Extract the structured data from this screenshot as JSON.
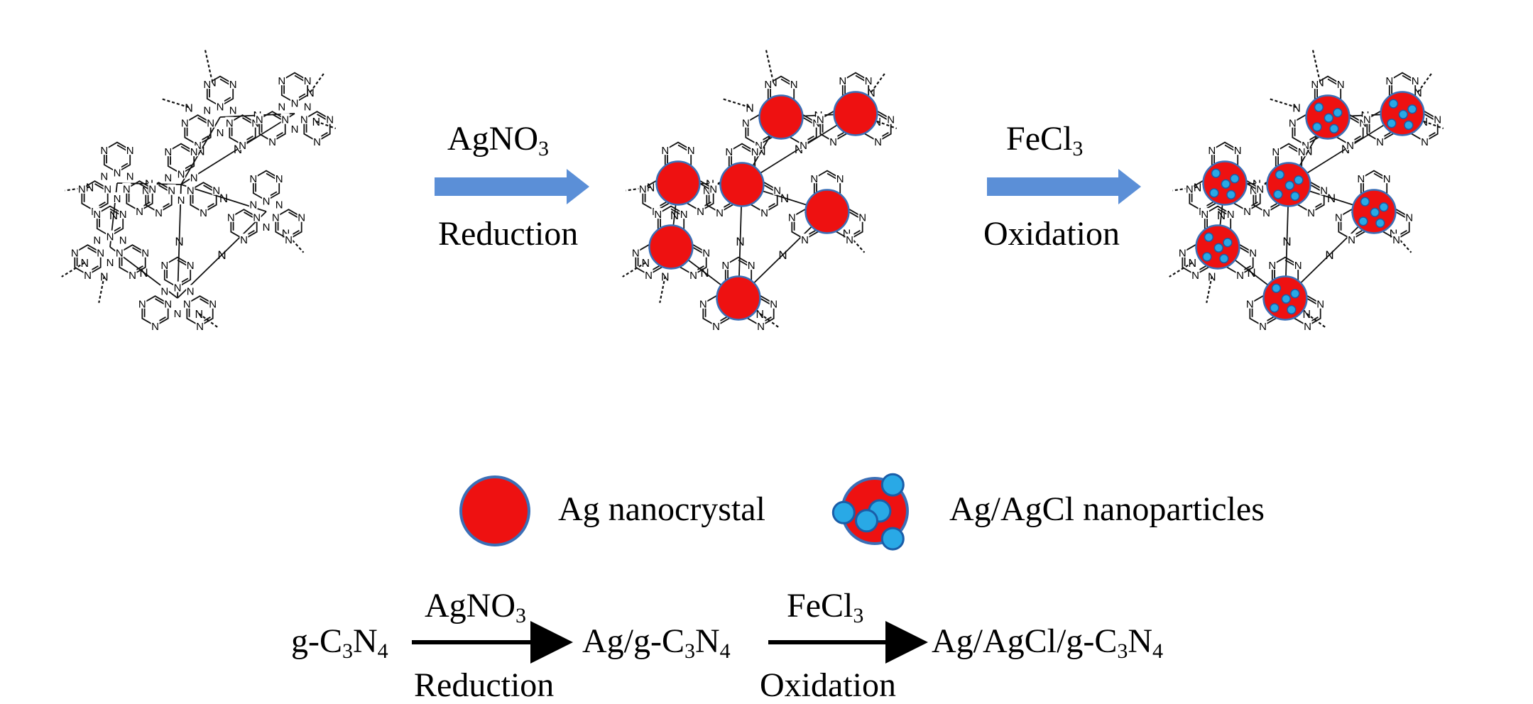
{
  "atom_labels": {
    "nitrogen": "N"
  },
  "colors": {
    "arrow_blue": "#5b8fd7",
    "ag_fill": "#ee1111",
    "ag_edge": "#3a6fb7",
    "agcl_fill": "#29a9e6",
    "agcl_edge": "#1a5da8",
    "bond": "#111111"
  },
  "step1": {
    "reagent_main": "AgNO",
    "reagent_sub": "3",
    "condition": "Reduction"
  },
  "step2": {
    "reagent_main": "FeCl",
    "reagent_sub": "3",
    "condition": "Oxidation"
  },
  "legend": {
    "ag_label": "Ag nanocrystal",
    "agcl_label": "Ag/AgCl nanoparticles"
  },
  "equation": {
    "reactant_a": "g-C",
    "reactant_sub1": "3",
    "reactant_b": "N",
    "reactant_sub2": "4",
    "reagent1_main": "AgNO",
    "reagent1_sub": "3",
    "condition1": "Reduction",
    "intermediate_a": "Ag/g-C",
    "intermediate_sub1": "3",
    "intermediate_b": "N",
    "intermediate_sub2": "4",
    "reagent2_main": "FeCl",
    "reagent2_sub": "3",
    "condition2": "Oxidation",
    "product_a": "Ag/AgCl/g-C",
    "product_sub1": "3",
    "product_b": "N",
    "product_sub2": "4"
  }
}
